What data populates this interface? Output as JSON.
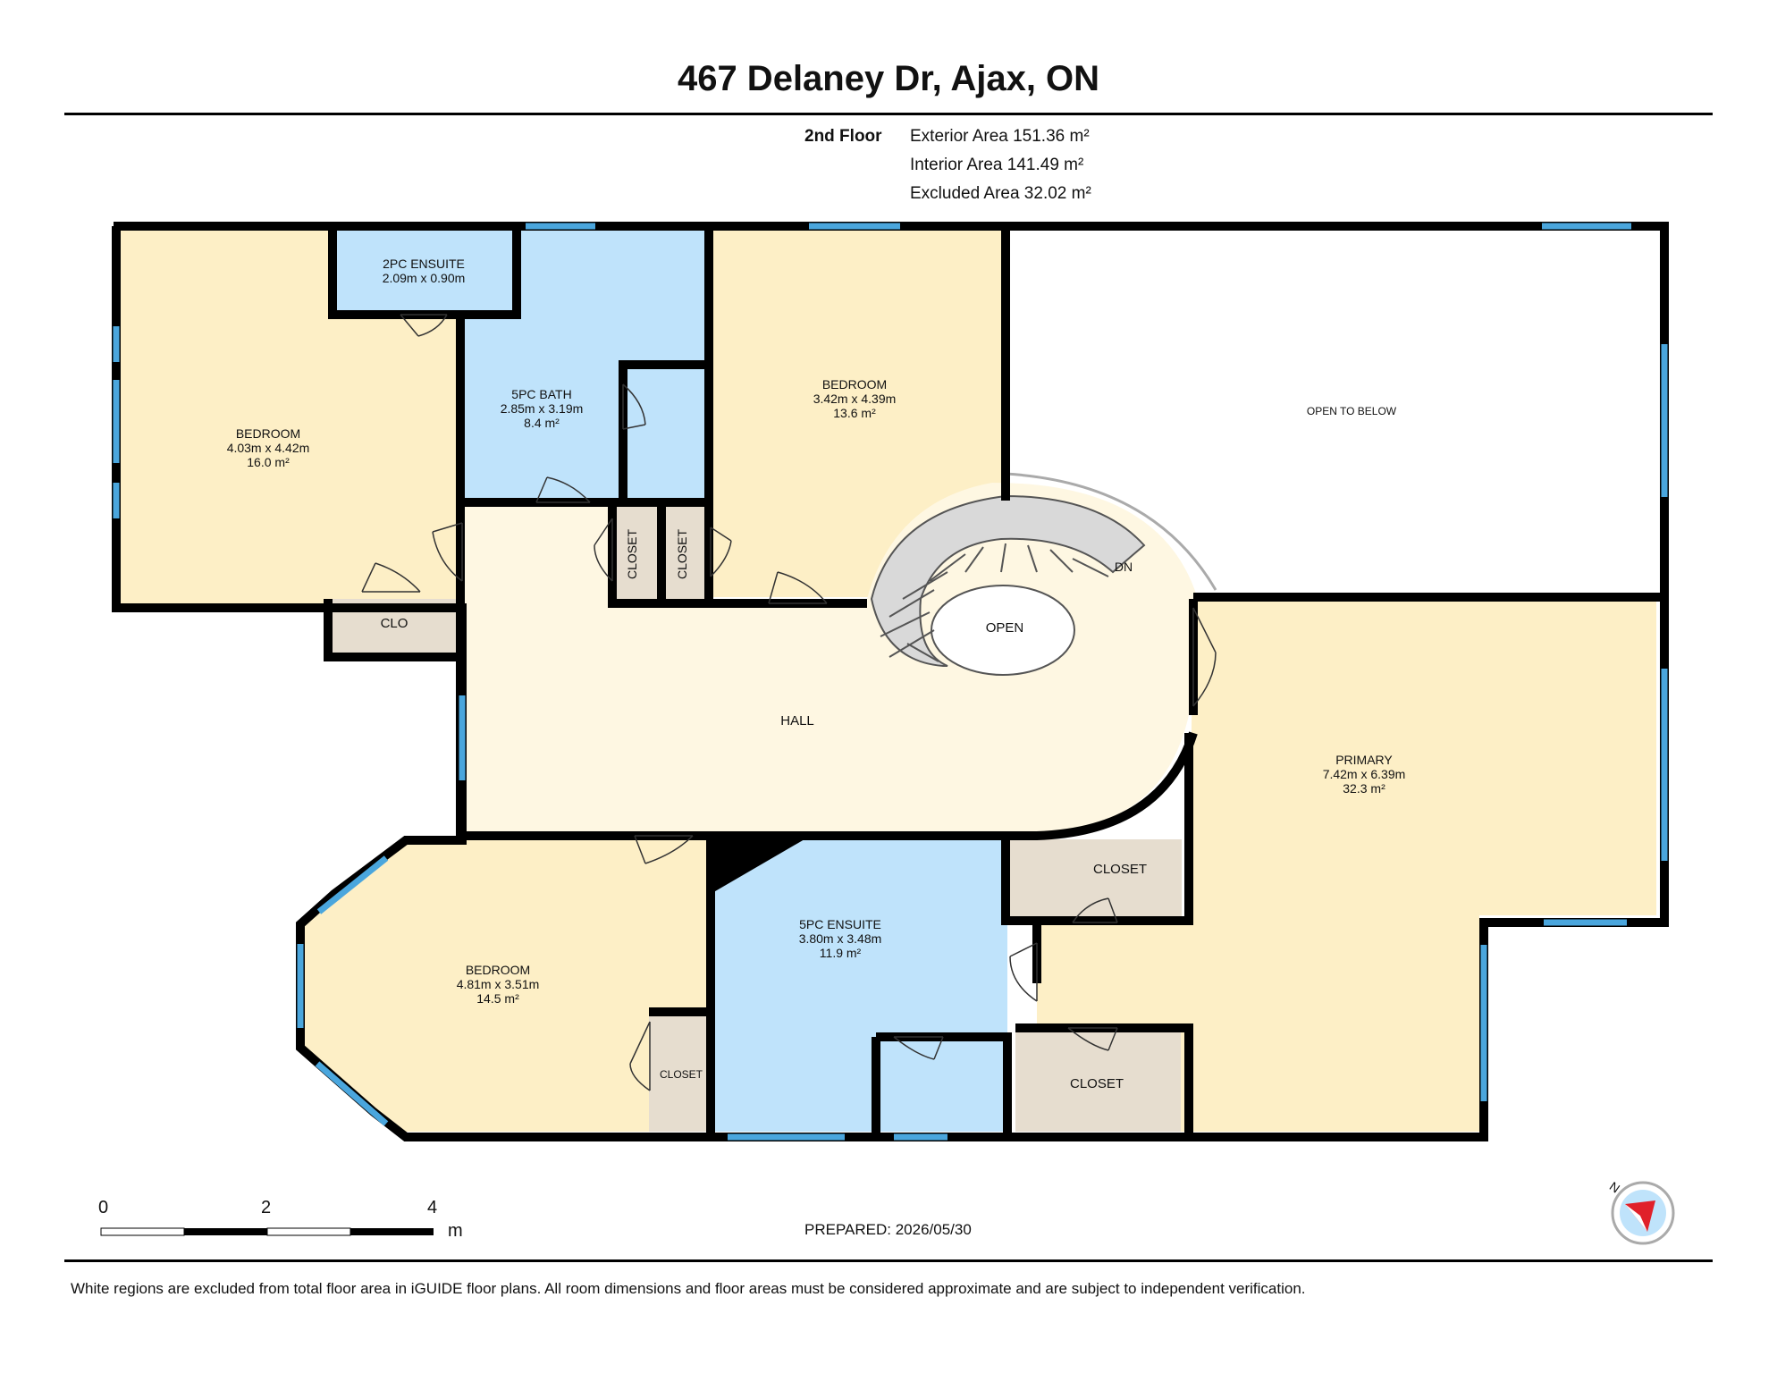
{
  "title": "467 Delaney Dr, Ajax, ON",
  "floor": {
    "name": "2nd Floor",
    "exterior_area": "Exterior Area 151.36 m²",
    "interior_area": "Interior Area 141.49 m²",
    "excluded_area": "Excluded Area 32.02 m²"
  },
  "colors": {
    "bedroom": "#fdefc6",
    "bath": "#bfe3fb",
    "closet": "#e6ddcf",
    "hall": "#fef7e2",
    "wall": "#000000",
    "window": "#4aa6dd",
    "stair": "#d9d9d9"
  },
  "rooms": {
    "bedroom_w": {
      "name": "BEDROOM",
      "dims": "4.03m x 4.42m",
      "area": "16.0 m²"
    },
    "ensuite_2pc": {
      "name": "2PC ENSUITE",
      "dims": "2.09m x 0.90m"
    },
    "bath_5pc": {
      "name": "5PC BATH",
      "dims": "2.85m x 3.19m",
      "area": "8.4 m²"
    },
    "bedroom_mid": {
      "name": "BEDROOM",
      "dims": "3.42m x 4.39m",
      "area": "13.6 m²"
    },
    "open_below": {
      "name": "OPEN TO BELOW"
    },
    "clo": {
      "name": "CLO"
    },
    "closet_1": {
      "name": "CLOSET"
    },
    "closet_2": {
      "name": "CLOSET"
    },
    "dn": {
      "name": "DN"
    },
    "open": {
      "name": "OPEN"
    },
    "hall": {
      "name": "HALL"
    },
    "primary": {
      "name": "PRIMARY",
      "dims": "7.42m x 6.39m",
      "area": "32.3 m²"
    },
    "bedroom_sw": {
      "name": "BEDROOM",
      "dims": "4.81m x 3.51m",
      "area": "14.5 m²"
    },
    "closet_sw": {
      "name": "CLOSET"
    },
    "ensuite_5pc": {
      "name": "5PC ENSUITE",
      "dims": "3.80m x 3.48m",
      "area": "11.9 m²"
    },
    "closet_primary_top": {
      "name": "CLOSET"
    },
    "closet_primary_bottom": {
      "name": "CLOSET"
    }
  },
  "scale": {
    "tick_0": "0",
    "tick_2": "2",
    "tick_4": "4",
    "unit": "m"
  },
  "compass": {
    "label": "N"
  },
  "prepared": "PREPARED: 2026/05/30",
  "footer": "White regions are excluded from total floor area in iGUIDE floor plans. All room dimensions and floor areas must be considered approximate and are subject to independent verification."
}
